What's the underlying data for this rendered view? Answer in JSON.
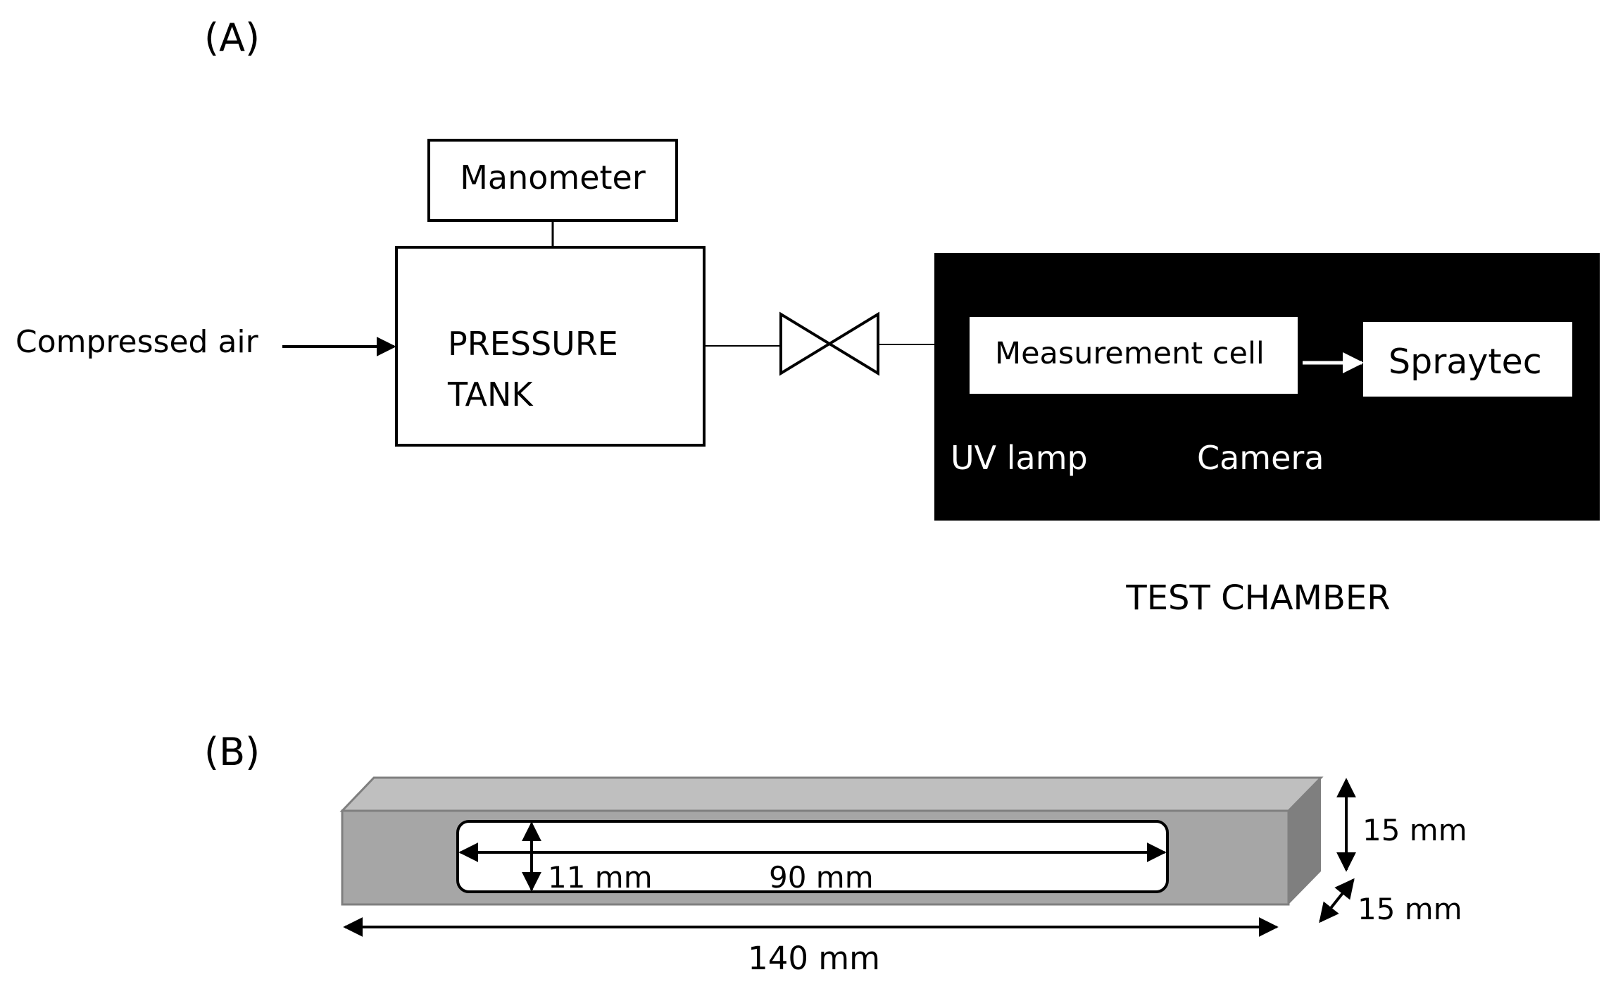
{
  "panel_a": {
    "label": "(A)",
    "manometer": "Manometer",
    "tank_line1": "PRESSURE",
    "tank_line2": "TANK",
    "inlet": "Compressed air",
    "measurement_cell": "Measurement cell",
    "spraytec": "Spraytec",
    "uv_lamp": "UV lamp",
    "camera": "Camera",
    "chamber_label": "TEST CHAMBER"
  },
  "panel_b": {
    "label": "(B)",
    "height_inner": "11 mm",
    "length_inner": "90 mm",
    "length_outer": "140 mm",
    "height_outer": "15 mm",
    "depth_outer": "15 mm"
  },
  "colors": {
    "chamber_fill": "#000000",
    "block_front": "#a6a6a6",
    "block_top": "#bfbfbf",
    "block_side": "#7f7f7f"
  }
}
